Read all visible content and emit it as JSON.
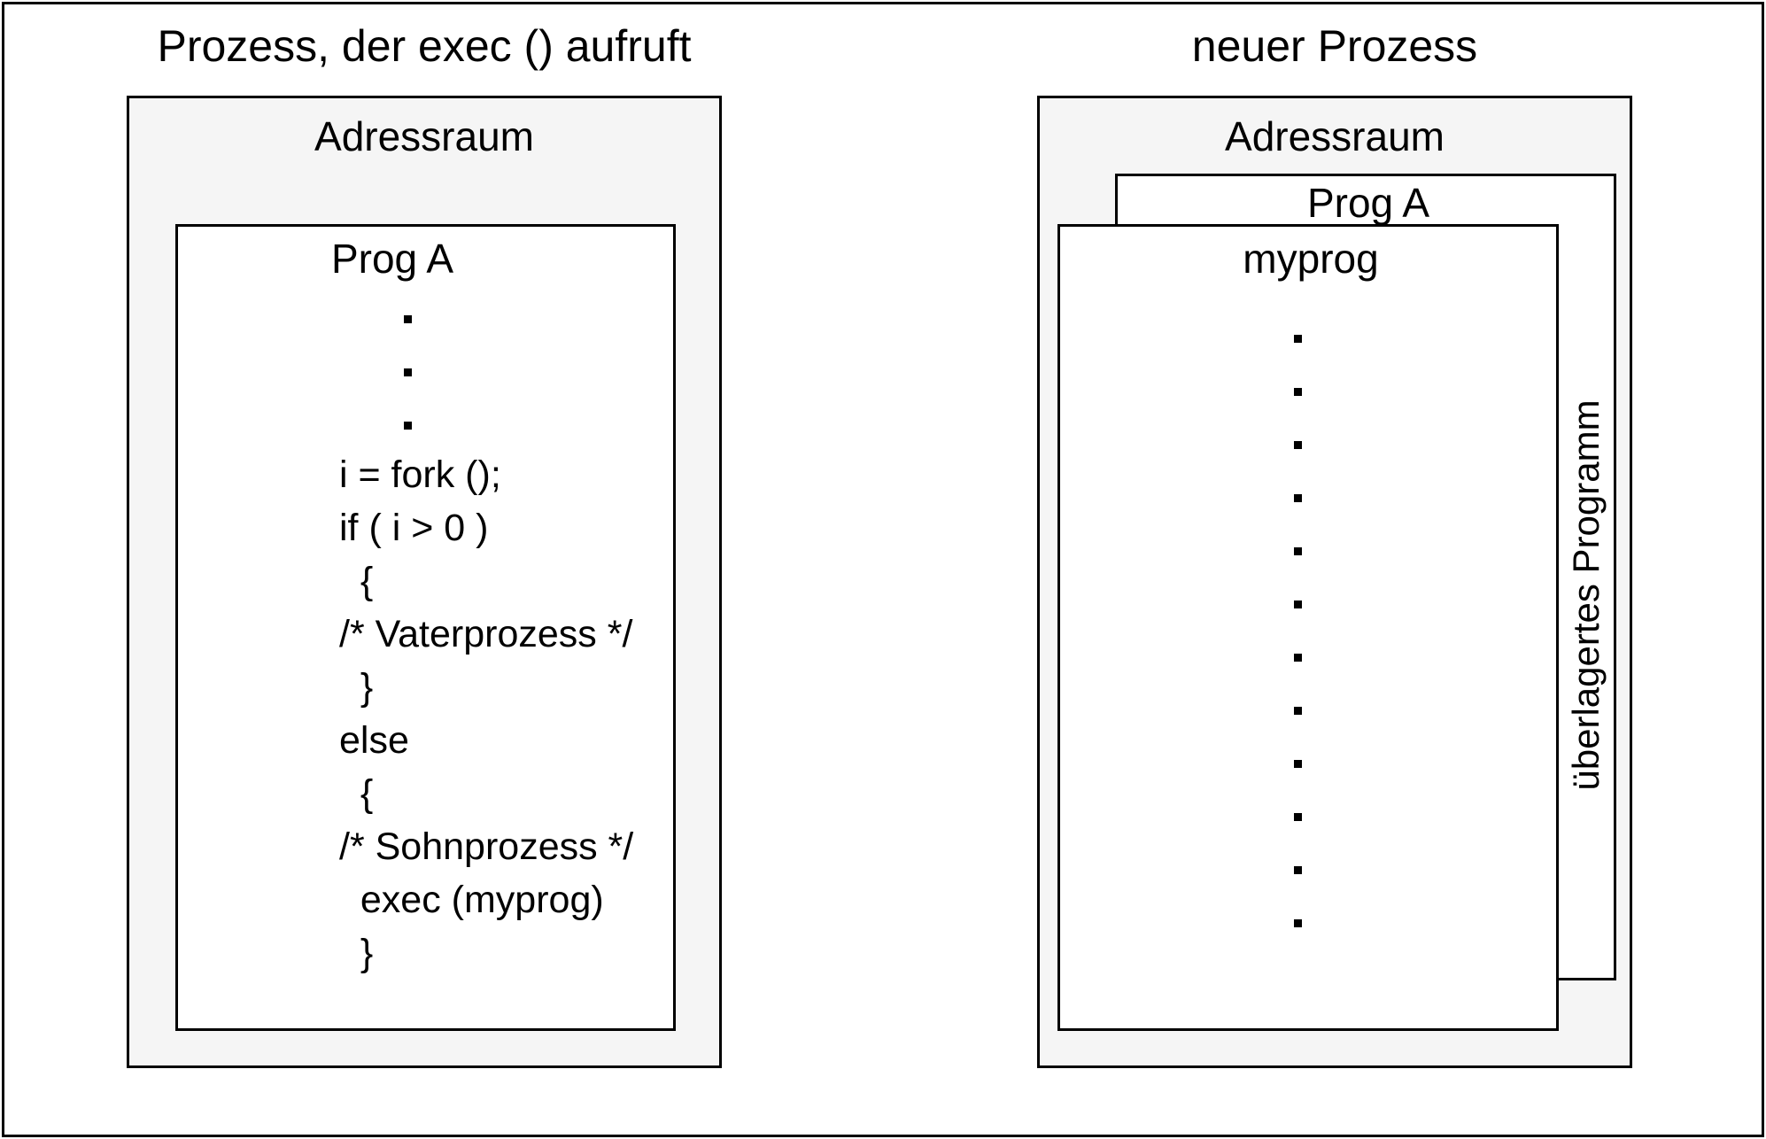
{
  "page": {
    "background": "#ffffff",
    "border_color": "#000000",
    "panel_fill": "#f5f5f5",
    "text_color": "#000000"
  },
  "left_panel": {
    "title": "Prozess, der exec () aufruft",
    "address_space_label": "Adressraum",
    "program_box": {
      "label": "Prog A",
      "dots_count": 3,
      "code_lines": [
        "i = fork ();",
        "if ( i > 0 )",
        "  {",
        "/* Vaterprozess */",
        "  }",
        "else",
        "  {",
        "/* Sohnprozess */",
        "  exec (myprog)",
        "  }"
      ]
    }
  },
  "right_panel": {
    "title": "neuer Prozess",
    "address_space_label": "Adressraum",
    "background_program_box": {
      "label": "Prog A"
    },
    "foreground_program_box": {
      "label": "myprog",
      "dots_count": 12
    },
    "overlay_caption": "überlagertes Programm"
  }
}
